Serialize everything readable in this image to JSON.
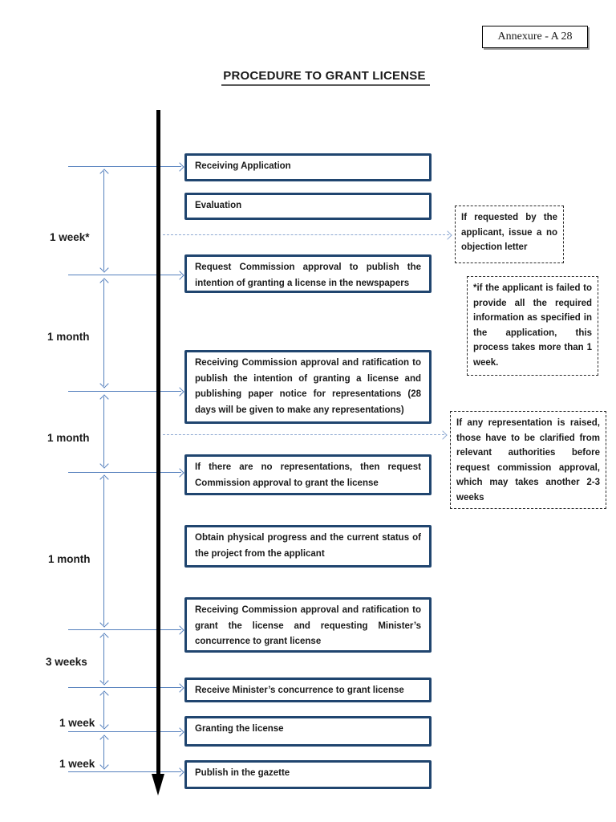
{
  "header": {
    "annexure": "Annexure - A 28",
    "title": "PROCEDURE TO GRANT LICENSE"
  },
  "steps": [
    "Receiving Application",
    "Evaluation",
    "Request Commission approval to publish the intention of granting a license in the newspapers",
    "Receiving Commission approval and ratification to publish the intention of granting a license and publishing paper notice for representations (28 days will be given to make any representations)",
    "If there are no representations, then request Commission approval to grant the license",
    "Obtain physical progress and the current status of the project from the applicant",
    "Receiving Commission approval and ratification to grant the license and requesting Minister’s concurrence to grant license",
    "Receive Minister’s concurrence to grant license",
    "Granting the license",
    "Publish in the gazette"
  ],
  "durations": [
    "1 week*",
    "1 month",
    "1 month",
    "1 month",
    "3 weeks",
    "1 week",
    "1 week"
  ],
  "annotations": {
    "no_objection": "If requested by the applicant, issue a no objection letter",
    "incomplete_application": "*if the applicant is failed to provide all the required information as specified in the application, this process takes more than 1 week.",
    "representation": "If any representation is raised, those have to be clarified from relevant authorities before request commission approval, which may takes another 2-3 weeks"
  },
  "colors": {
    "step_box_border": "#20456f",
    "connector_blue": "#5580bd",
    "dashed_blue": "#8ea9d2",
    "timeline_black": "#000000"
  }
}
